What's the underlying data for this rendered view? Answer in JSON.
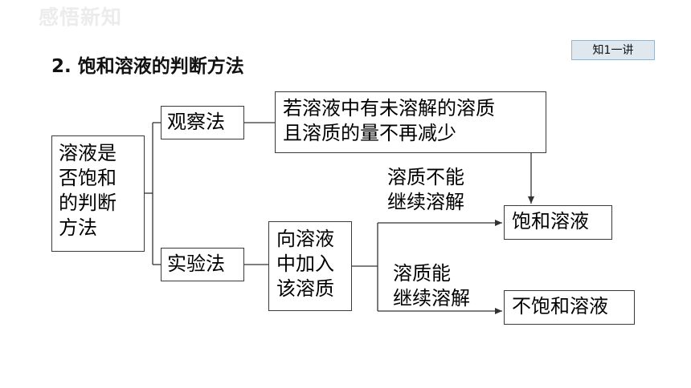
{
  "header": {
    "title": "感悟新知"
  },
  "tag": {
    "label": "知1一讲"
  },
  "section": {
    "title": "2. 饱和溶液的判断方法"
  },
  "diagram": {
    "root": {
      "lines": [
        "溶液是",
        "否饱和",
        "的判断",
        "方法"
      ]
    },
    "method_observe": {
      "label": "观察法"
    },
    "observe_condition": {
      "lines": [
        "若溶液中有未溶解的溶质",
        "且溶质的量不再减少"
      ]
    },
    "method_experiment": {
      "label": "实验法"
    },
    "experiment_action": {
      "lines": [
        "向溶液",
        "中加入",
        "该溶质"
      ]
    },
    "branch_not_dissolve": {
      "lines": [
        "溶质不能",
        "继续溶解"
      ]
    },
    "branch_dissolve": {
      "lines": [
        "溶质能",
        "继续溶解"
      ]
    },
    "result_saturated": {
      "label": "饱和溶液"
    },
    "result_unsaturated": {
      "label": "不饱和溶液"
    }
  }
}
